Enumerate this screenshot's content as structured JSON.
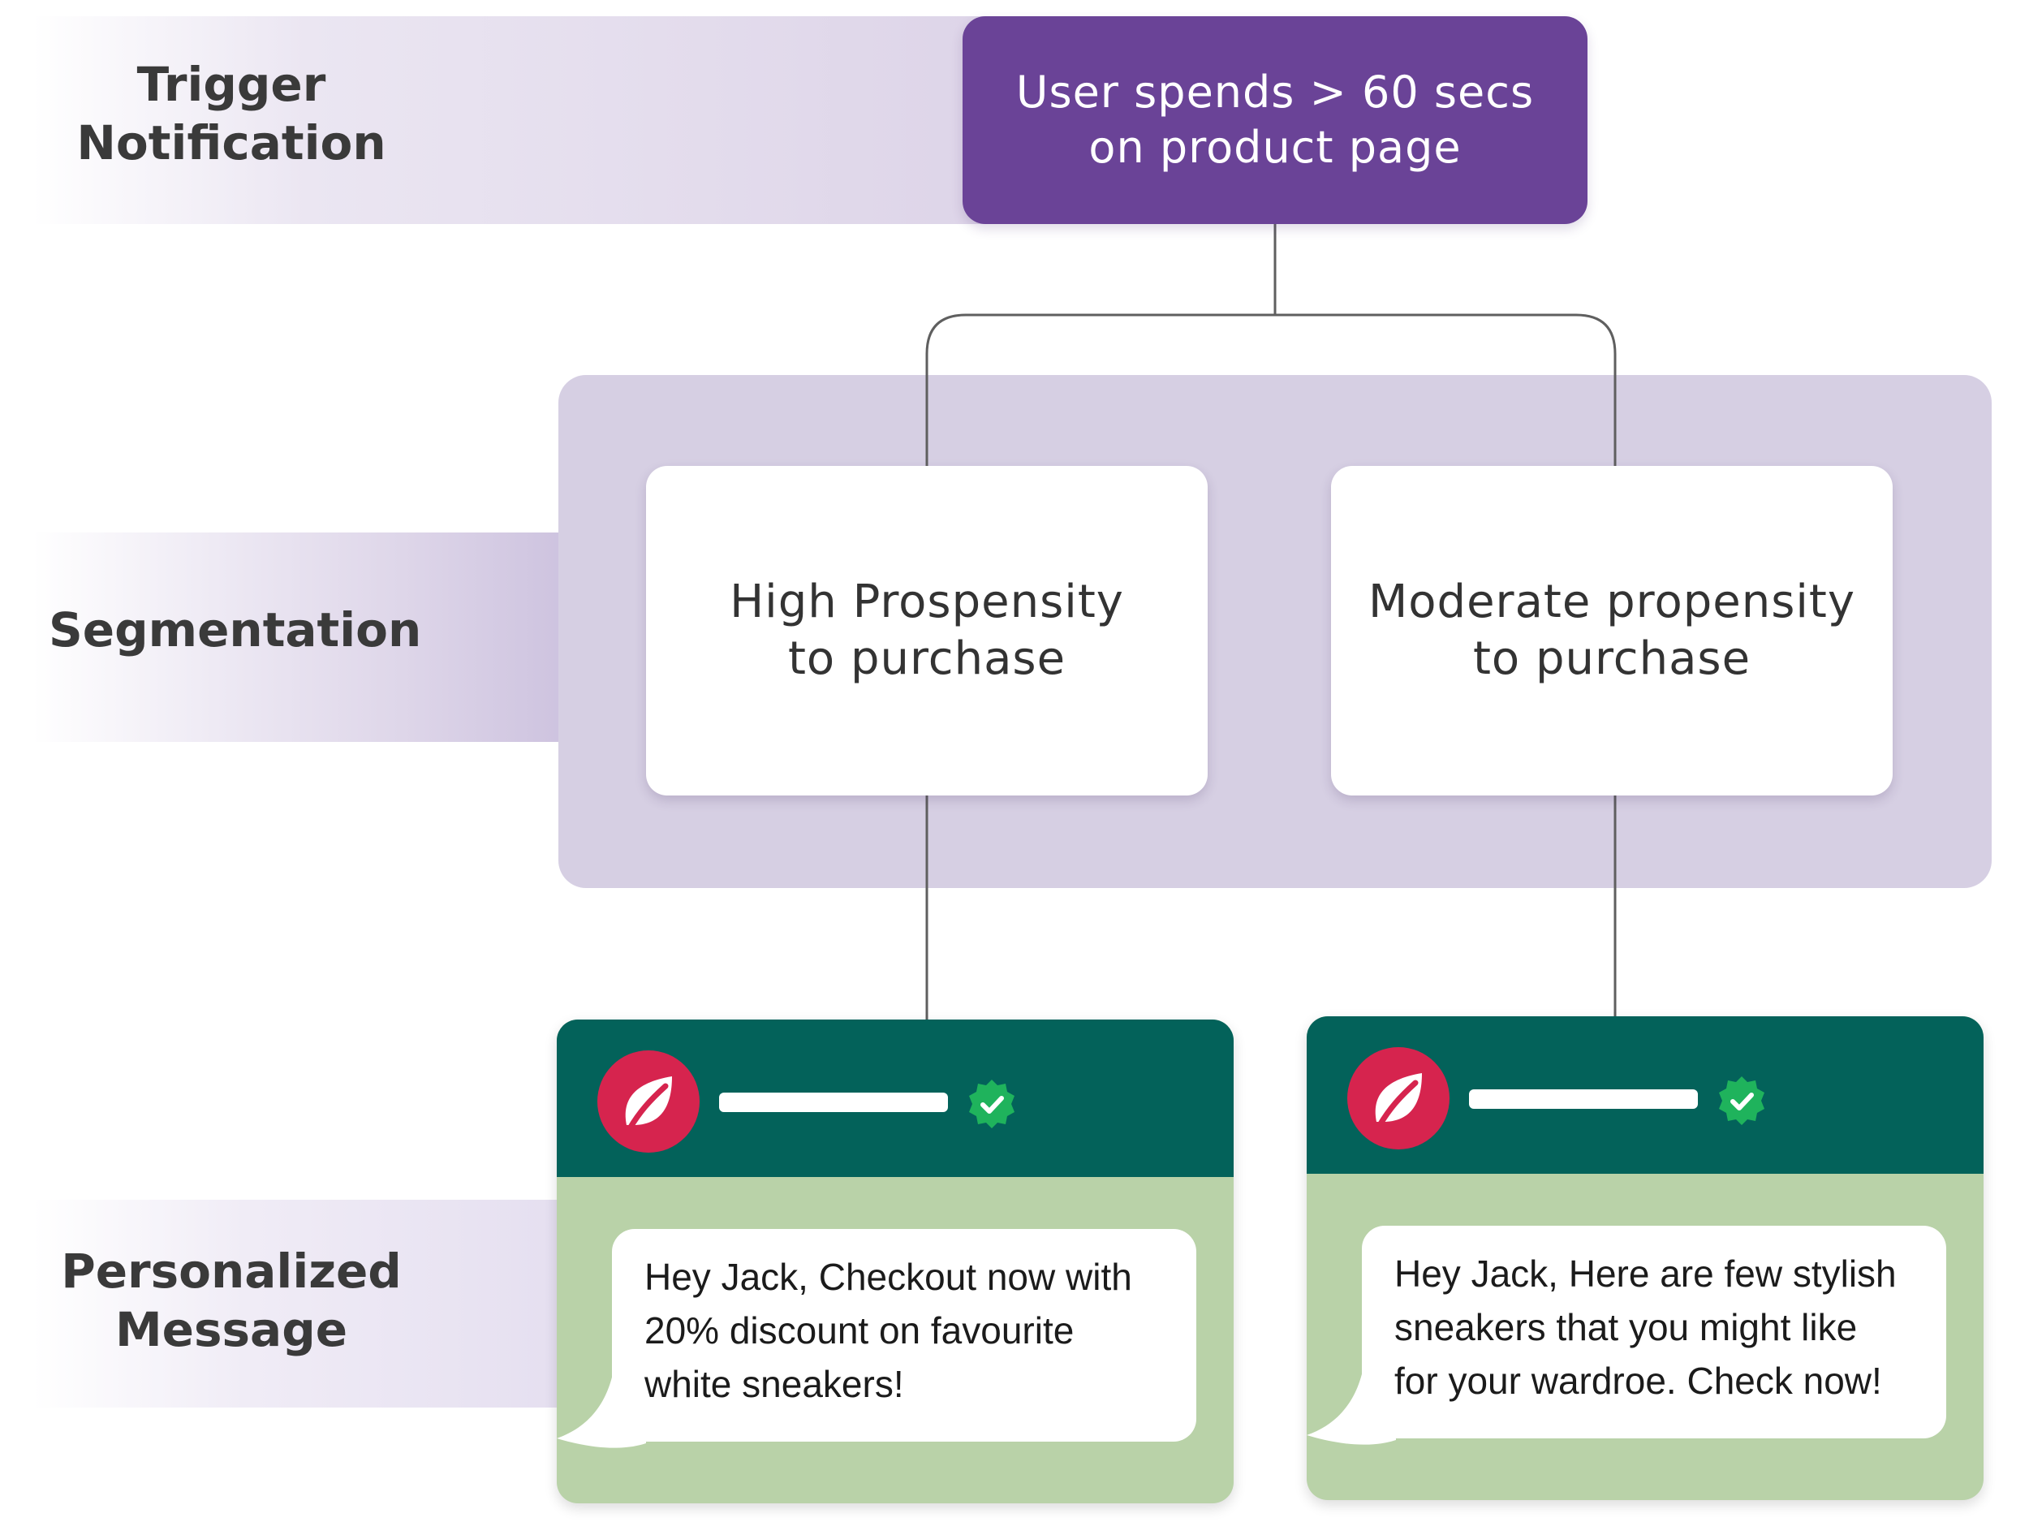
{
  "rows": {
    "trigger_label": "Trigger\nNotification",
    "segmentation_label": "Segmentation",
    "message_label": "Personalized\nMessage"
  },
  "trigger": {
    "text": "User spends > 60 secs\non product page"
  },
  "segments": [
    {
      "text": "High Prospensity\nto purchase"
    },
    {
      "text": "Moderate propensity\nto purchase"
    }
  ],
  "messages": [
    {
      "text": "Hey Jack, Checkout now with\n20% discount on favourite\nwhite sneakers!",
      "avatar_icon": "leaf-icon",
      "verified_icon": "verified-badge-icon"
    },
    {
      "text": "Hey Jack, Here are few stylish\nsneakers that you might like\nfor your wardroe. Check now!",
      "avatar_icon": "leaf-icon",
      "verified_icon": "verified-badge-icon"
    }
  ],
  "colors": {
    "trigger": "#6a4397",
    "segmentation_panel": "#d6cfe3",
    "card_header": "#03625a",
    "card_body": "#b9d2a8",
    "avatar": "#d6244e",
    "verified": "#1fb35c"
  }
}
